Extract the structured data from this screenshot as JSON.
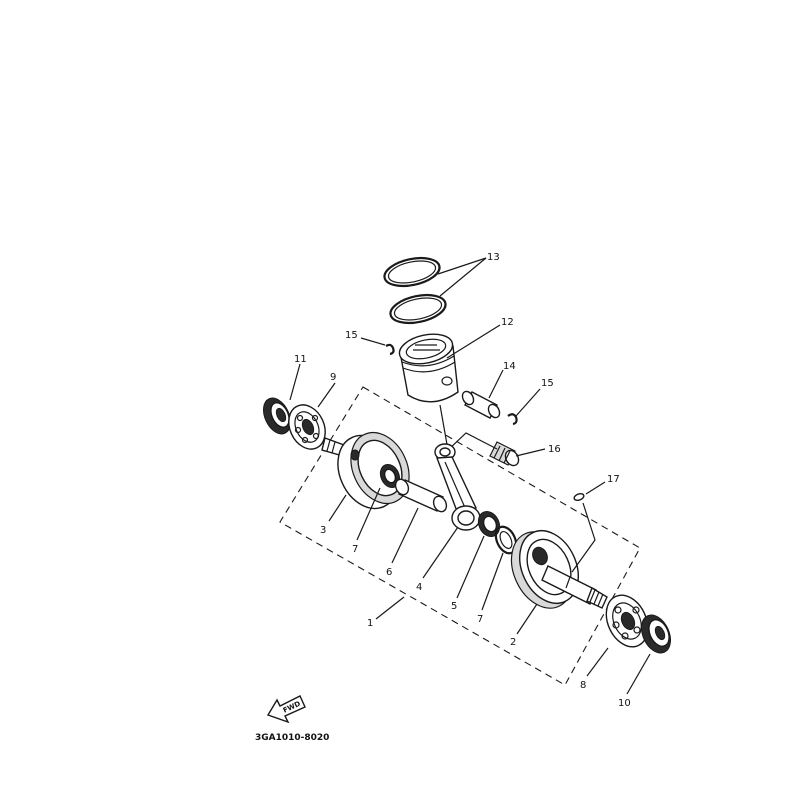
{
  "diagram": {
    "part_code": "3GA1010-8020",
    "fwd_label": "FWD",
    "callouts": {
      "c1": "1",
      "c2": "2",
      "c3": "3",
      "c4": "4",
      "c5": "5",
      "c6": "6",
      "c7a": "7",
      "c7b": "7",
      "c8": "8",
      "c9": "9",
      "c10": "10",
      "c11": "11",
      "c12": "12",
      "c13": "13",
      "c14": "14",
      "c15a": "15",
      "c15b": "15",
      "c16": "16",
      "c17": "17"
    }
  }
}
